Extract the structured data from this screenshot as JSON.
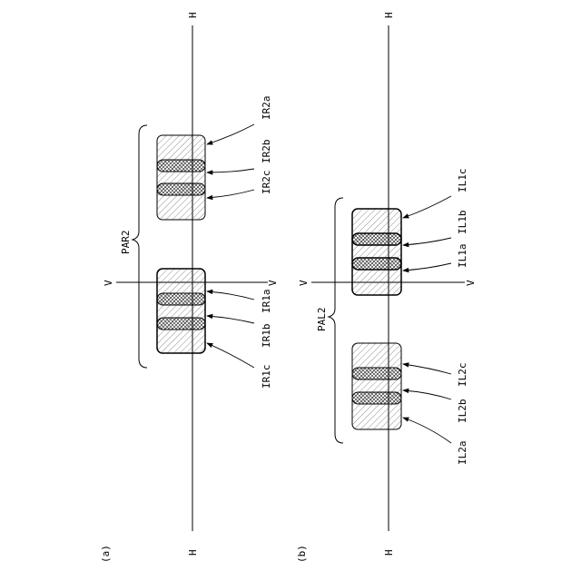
{
  "figure": {
    "panel_a": {
      "caption": "(a)",
      "h_top": "H",
      "h_bottom": "H",
      "v_left": "V",
      "v_right": "V",
      "brace_label": "PAR2",
      "labels": {
        "ir2a": "IR2a",
        "ir2b": "IR2b",
        "ir2c": "IR2c",
        "ir1a": "IR1a",
        "ir1b": "IR1b",
        "ir1c": "IR1c"
      }
    },
    "panel_b": {
      "caption": "(b)",
      "h_top": "H",
      "h_bottom": "H",
      "v_left": "V",
      "v_right": "V",
      "brace_label": "PAL2",
      "labels": {
        "il1c": "IL1c",
        "il1b": "IL1b",
        "il1a": "IL1a",
        "il2c": "IL2c",
        "il2b": "IL2b",
        "il2a": "IL2a"
      }
    }
  }
}
